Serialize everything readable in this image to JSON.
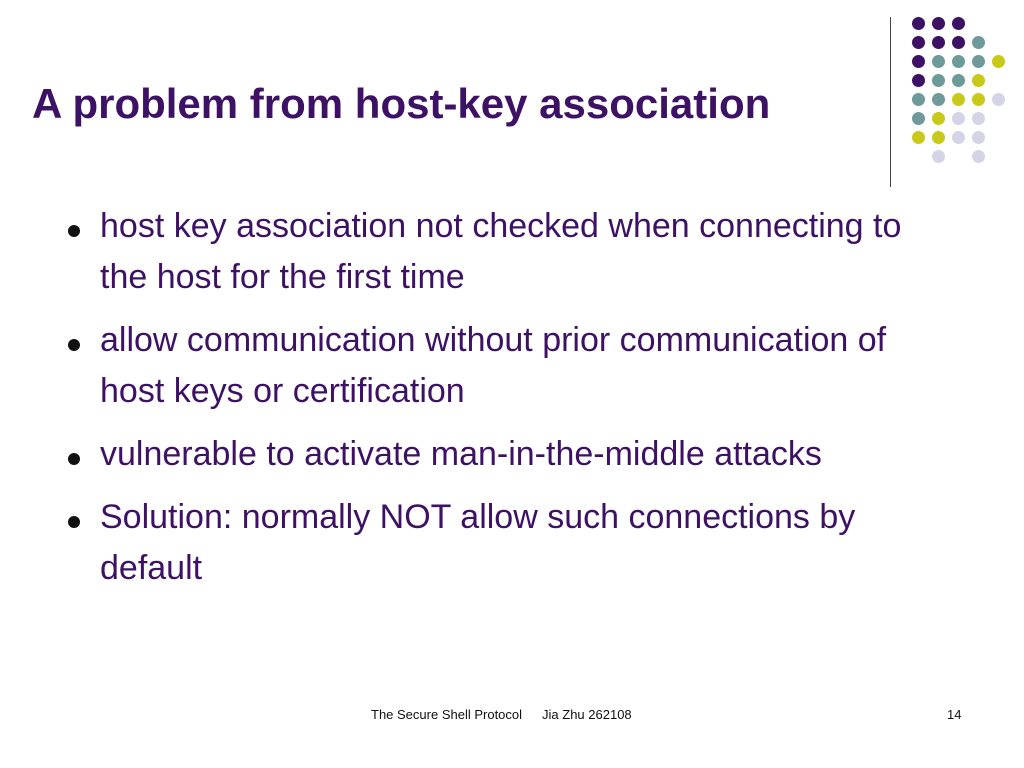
{
  "slide": {
    "title": "A problem from host-key association",
    "bullets": [
      "host key association not checked when connecting to the host for the first time",
      "allow communication without prior communication of host keys or certification",
      "vulnerable to activate man-in-the-middle attacks",
      "Solution: normally NOT allow such connections by default"
    ]
  },
  "footer": {
    "presentation_title": "The Secure Shell Protocol",
    "author": "Jia Zhu 262108",
    "page_number": "14"
  },
  "colors": {
    "title_text": "#3d1163",
    "dot_purple": "#3d1163",
    "dot_teal": "#6e9a9a",
    "dot_olive": "#c9c91a",
    "dot_lavender": "#d4d4e6",
    "divider": "#444444"
  }
}
